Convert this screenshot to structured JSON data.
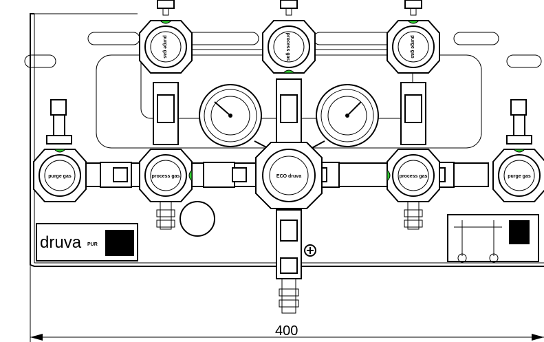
{
  "drawing": {
    "width_dimension": "400",
    "brand": "druva",
    "brand_suffix": "PUR",
    "center_valve_label": "ECO druva",
    "valves": {
      "left_end": "purge gas",
      "inner_left": "process gas",
      "inner_right": "process gas",
      "right_end": "purge gas",
      "top_left": "purge gas",
      "top_center": "process gas",
      "top_right": "purge gas"
    }
  },
  "colors": {
    "indicator": "#2fd12f",
    "line": "#000000",
    "background": "#ffffff"
  }
}
